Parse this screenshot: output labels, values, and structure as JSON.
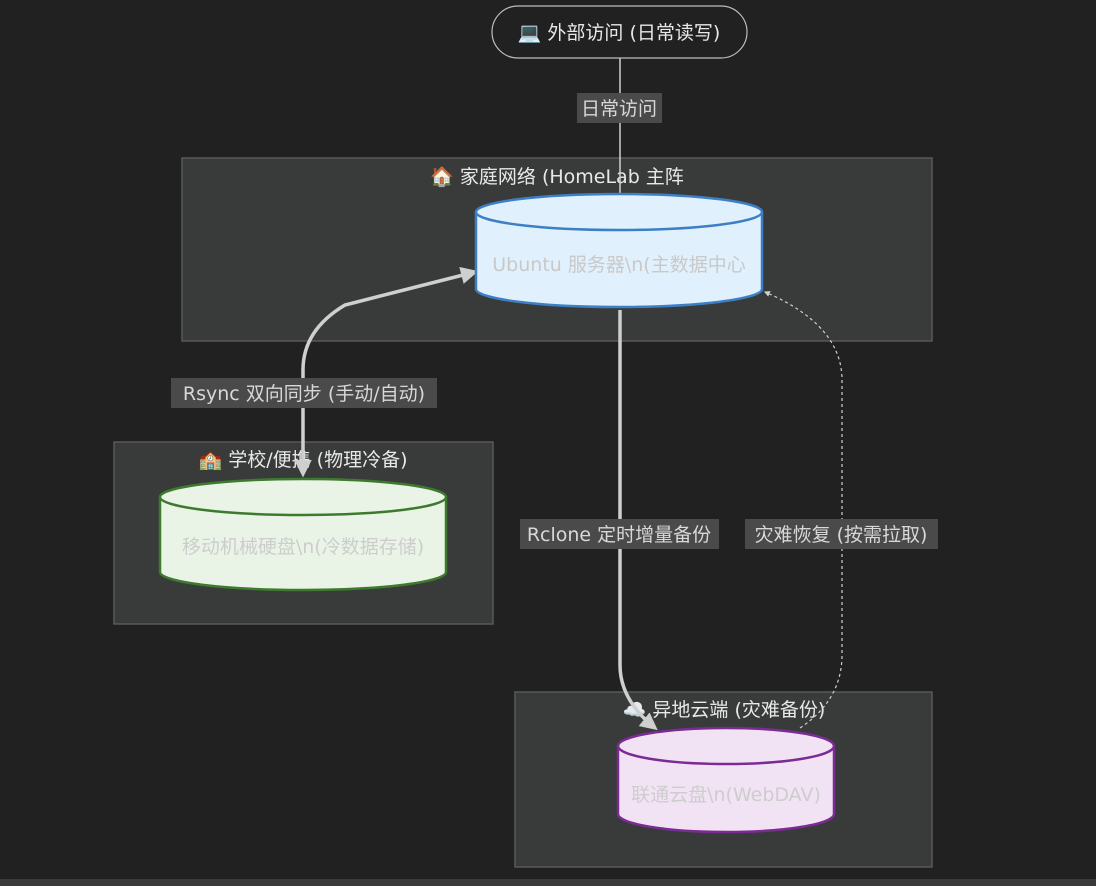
{
  "nodes": {
    "external": "💻 外部访问 (日常读写)",
    "ubuntu": "Ubuntu 服务器\\n(主数据中心",
    "hdd": "移动机械硬盘\\n(冷数据存储)",
    "cloud": "联通云盘\\n(WebDAV)"
  },
  "groups": {
    "home": "🏠 家庭网络 (HomeLab 主阵",
    "school": "🏫 学校/便携 (物理冷备)",
    "remote": "☁️ 异地云端 (灾难备份)"
  },
  "edges": {
    "daily": "日常访问",
    "rsync": "Rsync 双向同步 (手动/自动)",
    "rclone": "Rclone 定时增量备份",
    "recover": "灾难恢复 (按需拉取)"
  },
  "colors": {
    "background": "#212121",
    "group_fill": "#393b3a",
    "group_stroke": "#595959",
    "edge": "#cfcfcf",
    "label_bg": "#4a4a4a",
    "ubuntu_fill": "#e0f0fc",
    "ubuntu_stroke": "#3d7fc4",
    "hdd_fill": "#e9f4e7",
    "hdd_stroke": "#3e7a2e",
    "cloud_fill": "#f1e2f4",
    "cloud_stroke": "#7b2b94"
  }
}
